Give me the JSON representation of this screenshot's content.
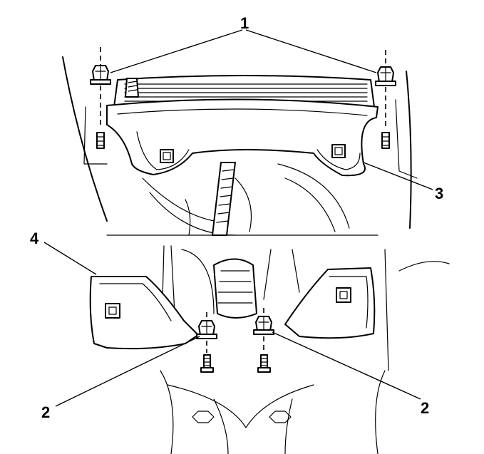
{
  "callouts": {
    "one": "1",
    "two_left": "2",
    "two_right": "2",
    "three": "3",
    "four": "4"
  }
}
